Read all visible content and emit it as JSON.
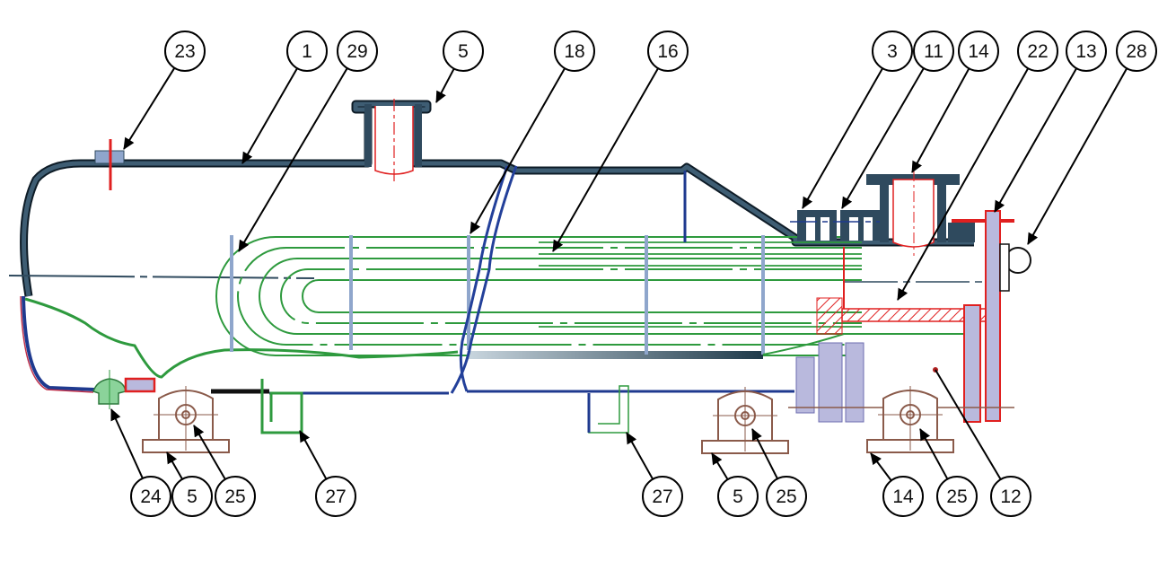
{
  "diagram": {
    "colors": {
      "shell": "#2f4a5e",
      "shell_edge": "#0e1c27",
      "tube": "#2e9a3e",
      "baffle": "#8fa6cc",
      "break_line": "#23409a",
      "outline_blue": "#1f3a8f",
      "accent_red": "#e02020",
      "support": "#8a5a4a",
      "plate": "#b9b9dd"
    },
    "callouts": [
      {
        "label": "23"
      },
      {
        "label": "1"
      },
      {
        "label": "29"
      },
      {
        "label": "5"
      },
      {
        "label": "18"
      },
      {
        "label": "16"
      },
      {
        "label": "3"
      },
      {
        "label": "11"
      },
      {
        "label": "14"
      },
      {
        "label": "22"
      },
      {
        "label": "13"
      },
      {
        "label": "28"
      },
      {
        "label": "24"
      },
      {
        "label": "5"
      },
      {
        "label": "25"
      },
      {
        "label": "27"
      },
      {
        "label": "27"
      },
      {
        "label": "5"
      },
      {
        "label": "25"
      },
      {
        "label": "14"
      },
      {
        "label": "25"
      },
      {
        "label": "12"
      }
    ]
  }
}
